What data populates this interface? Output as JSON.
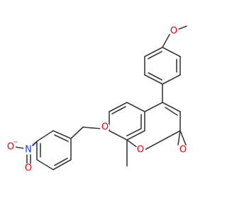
{
  "molecule": {
    "colors": {
      "bond": "#3a3a3a",
      "carbon": "#3a3a3a",
      "oxygen": "#e8000b",
      "nitrogen": "#1a3fd6"
    },
    "atoms": [
      {
        "id": "o_methoxy",
        "symbol": "O",
        "color": "oxygen"
      },
      {
        "id": "o_ether",
        "symbol": "O",
        "color": "oxygen"
      },
      {
        "id": "o_ring",
        "symbol": "O",
        "color": "oxygen"
      },
      {
        "id": "o_carbonyl",
        "symbol": "O",
        "color": "oxygen"
      },
      {
        "id": "n_nitro",
        "symbol": "N",
        "color": "nitrogen",
        "charge": "+"
      },
      {
        "id": "o_nitro_1",
        "symbol": "O",
        "color": "oxygen",
        "charge": "−"
      },
      {
        "id": "o_nitro_2",
        "symbol": "O",
        "color": "oxygen"
      }
    ]
  }
}
